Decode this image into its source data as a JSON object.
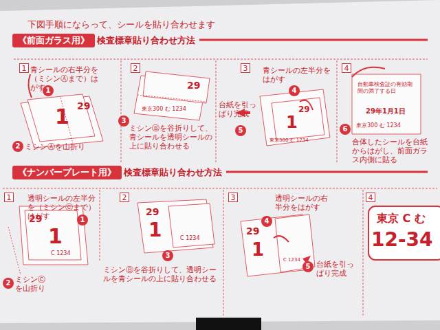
{
  "diagram": {
    "title": "下図手順にならって、シールを貼り合わせます",
    "nodes": [
      {
        "text": [
          "《前面ガラス用》",
          "検査標章貼り合わせ方法"
        ]
      },
      {
        "text": [
          "1"
        ]
      },
      {
        "text": [
          "1"
        ]
      },
      {
        "text": [
          "2"
        ]
      },
      {
        "text": [
          "2"
        ]
      },
      {
        "text": [
          "3"
        ]
      },
      {
        "text": [
          "3"
        ]
      },
      {
        "text": [
          "4"
        ]
      },
      {
        "text": [
          "5"
        ]
      },
      {
        "text": [
          "4"
        ]
      },
      {
        "text": [
          "6"
        ]
      },
      {
        "text": [
          "《ナンバープレート用》",
          "検査標章貼り合わせ方法"
        ]
      },
      {
        "text": [
          "1"
        ]
      },
      {
        "text": [
          "1"
        ]
      },
      {
        "text": [
          "2"
        ]
      },
      {
        "text": [
          "2"
        ]
      },
      {
        "text": [
          "3"
        ]
      },
      {
        "text": [
          "3"
        ]
      },
      {
        "text": [
          "4"
        ]
      },
      {
        "text": [
          "5"
        ]
      },
      {
        "text": [
          "4"
        ]
      }
    ],
    "labels": [
      "青シールの右半分を（ミシンⒶまで）はがす",
      "ミシンⒶを山折り",
      "29",
      "1",
      "ミシンⒷを谷折りして、青シールを透明シールの上に貼り合わせる",
      "29",
      "東京300 む 1234",
      "青シールの左半分をはがす",
      "台紙を引っぱり完成",
      "29",
      "1",
      "東京300 む 1234",
      "自動車検査証の有効期間の満了する日",
      "29年1月1日",
      "東京300 む 1234",
      "合体したシールを台紙からはがし、前面ガラス内側に貼る",
      "透明シールの左半分を（ミシンⒸまで）はがす",
      "ミシンⒸを山折り",
      "29",
      "1",
      "C 1234",
      "ミシンⒷを谷折りして、透明シールを青シールの上に貼り合わせる",
      "29",
      "1",
      "C 1234",
      "透明シールの右半分をはがす",
      "29",
      "1",
      "C 1234",
      "台紙を引っぱり完成",
      "東京 C む",
      "12-34"
    ]
  }
}
